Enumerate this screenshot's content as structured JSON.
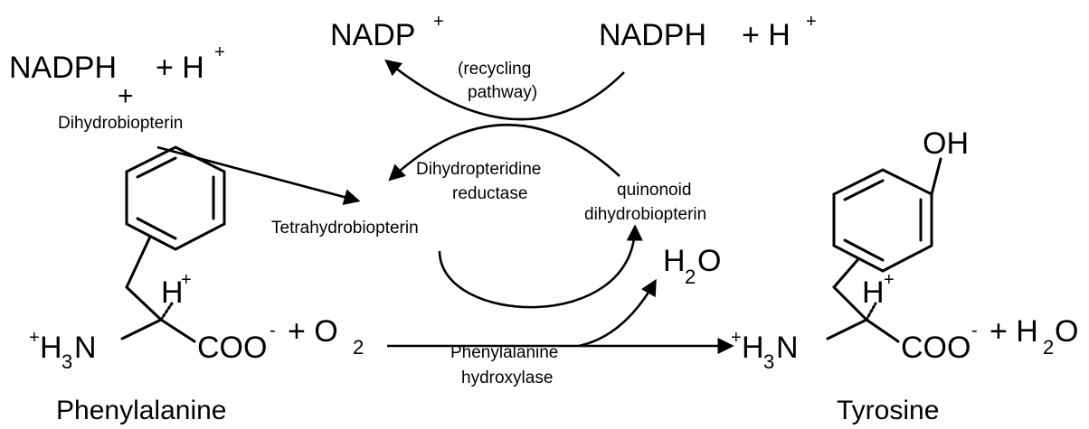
{
  "top_left": {
    "nadph": "NADPH",
    "plus_h": "+ H",
    "sup": "+",
    "plus": "+",
    "dihydrobiopterin": "Dihydrobiopterin"
  },
  "recycle": {
    "nadp": "NADP",
    "nadp_sup": "+",
    "nadph": "NADPH",
    "plus_h": "+ H",
    "sup": "+",
    "line1": "(recycling",
    "line2": "pathway)"
  },
  "enzyme_dhpr": {
    "line1": "Dihydropteridine",
    "line2": "reductase"
  },
  "quinonoid": {
    "line1": "quinonoid",
    "line2": "dihydrobiopterin"
  },
  "tetrahydrobiopterin": "Tetrahydrobiopterin",
  "water_out": {
    "h": "H",
    "sub": "2",
    "o": "O"
  },
  "phe": {
    "h_sup": "+",
    "h": "H",
    "n_sup": "+",
    "h3": "H",
    "three": "3",
    "n": "N",
    "coo": "COO",
    "coo_sup": "-",
    "plus_o2": "+ O",
    "o2_sub": "2",
    "name": "Phenylalanine"
  },
  "hydroxylase": {
    "line1": "Phenylalanine",
    "line2": "hydroxylase"
  },
  "tyr": {
    "oh": "OH",
    "h": "H",
    "h_sup": "+",
    "n_sup": "+",
    "h3": "H",
    "three": "3",
    "n": "N",
    "coo": "COO",
    "coo_sup": "-",
    "plus_h2o": "+ H",
    "h2o_sub": "2",
    "o": "O",
    "name": "Tyrosine"
  }
}
